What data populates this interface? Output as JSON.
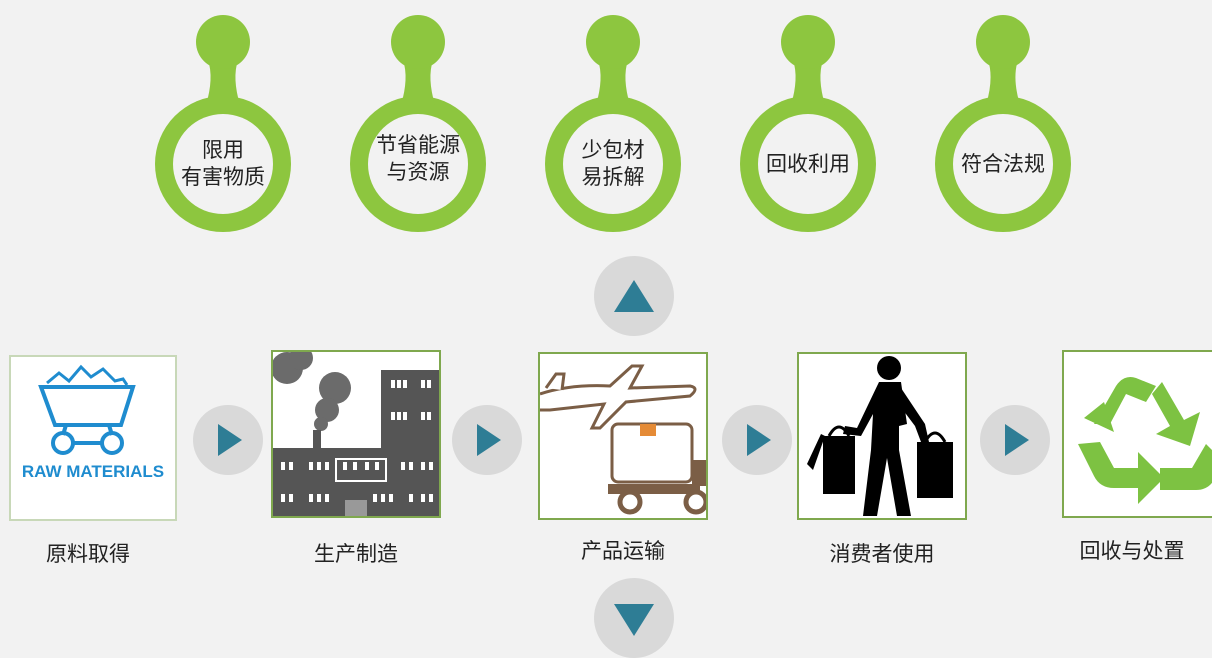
{
  "colors": {
    "background": "#f2f2f2",
    "pin_green": "#8dc63f",
    "arrow_teal": "#2e7d95",
    "arrow_circle": "#d9d9d9",
    "box_border": "#7fa84e",
    "recycle_green": "#7dc242"
  },
  "principles": [
    {
      "lines": [
        "限用",
        "有害物质"
      ]
    },
    {
      "lines": [
        "节省能源",
        "与资源"
      ]
    },
    {
      "lines": [
        "少包材",
        "易拆解"
      ]
    },
    {
      "lines": [
        "回收利用"
      ]
    },
    {
      "lines": [
        "符合法规"
      ]
    }
  ],
  "stages": [
    {
      "label": "原料取得",
      "icon": "raw-materials-cart-icon",
      "icon_text": "RAW MATERIALS"
    },
    {
      "label": "生产制造",
      "icon": "factory-icon"
    },
    {
      "label": "产品运输",
      "icon": "plane-truck-icon"
    },
    {
      "label": "消费者使用",
      "icon": "shopper-icon"
    },
    {
      "label": "回收与处置",
      "icon": "recycle-icon"
    }
  ]
}
